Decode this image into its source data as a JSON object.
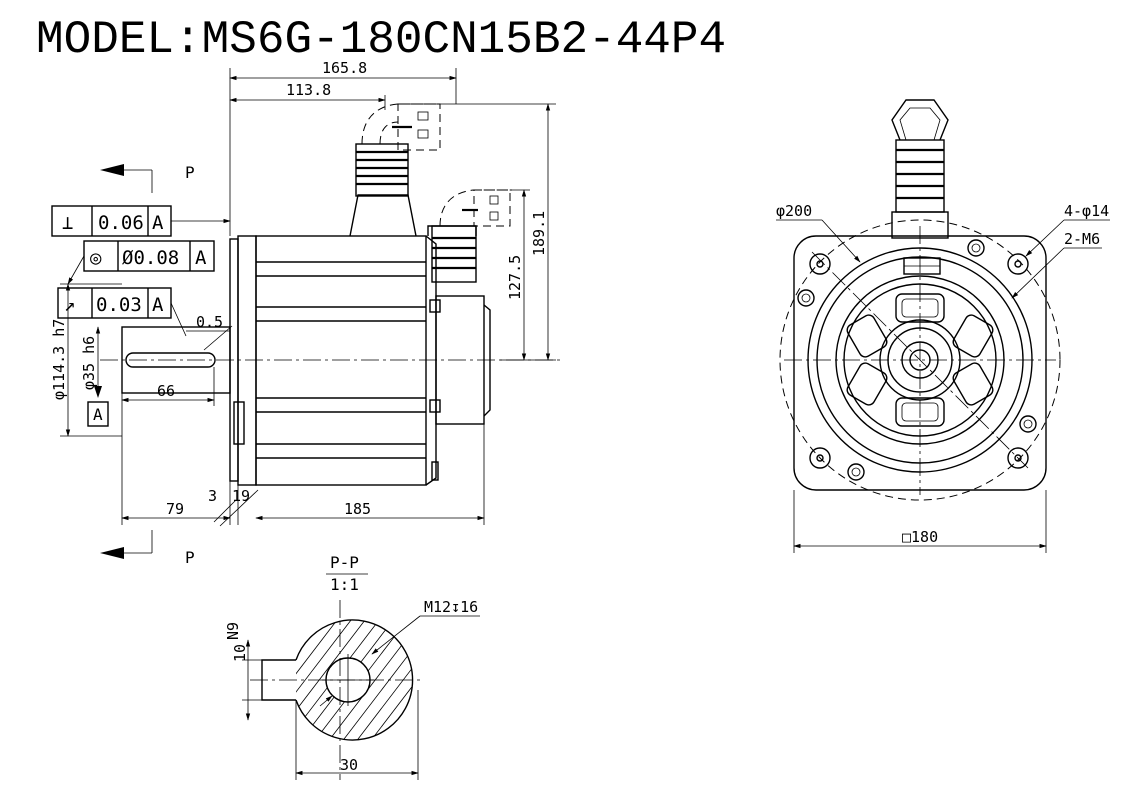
{
  "title": "MODEL:MS6G-180CN15B2-44P4",
  "side_view": {
    "dims": {
      "overall_length": "165.8",
      "connector_offset": "113.8",
      "flange_gap": "0.5",
      "shaft_length": "66",
      "height_large": "189.1",
      "height_small": "127.5",
      "shaft_extension": "79",
      "flange_thickness": "3",
      "pilot_depth": "19",
      "body_length": "185"
    },
    "shaft_labels": {
      "pilot_dia": "φ114.3 h7",
      "shaft_dia": "φ35 h6"
    },
    "datum": "A",
    "section_marker": "P",
    "tolerances": [
      {
        "symbol": "⊥",
        "value": "0.06",
        "datum": "A"
      },
      {
        "symbol": "◎",
        "value": "Ø0.08",
        "datum": "A"
      },
      {
        "symbol": "↗",
        "value": "0.03",
        "datum": "A"
      }
    ]
  },
  "front_view": {
    "pcd": "φ200",
    "holes": "4-φ14",
    "tapped": "2-M6",
    "square": "□180"
  },
  "section_view": {
    "title": "P-P",
    "scale": "1:1",
    "thread": "M12↧16",
    "key_fit": "N9",
    "key_width": "10",
    "diameter": "30"
  }
}
